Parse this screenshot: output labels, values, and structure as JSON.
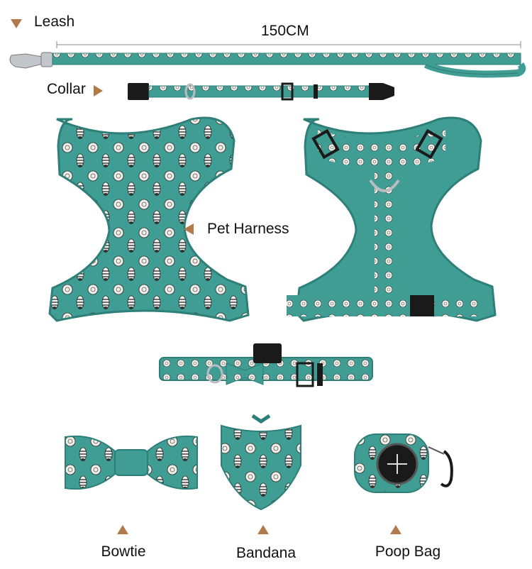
{
  "labels": {
    "leash": "Leash",
    "length": "150CM",
    "collar": "Collar",
    "harness": "Pet Harness",
    "bowtie": "Bowtie",
    "bandana": "Bandana",
    "poop_bag": "Poop Bag"
  },
  "colors": {
    "teal": "#3f9d94",
    "teal_dark": "#2e7f78",
    "accent": "#b27a4a",
    "hardware": "#1a1a1a",
    "metal": "#b9bcc0"
  },
  "icons": [
    "arrow-down-icon",
    "arrow-right-icon",
    "arrow-left-icon",
    "arrow-up-icon",
    "plus-icon",
    "zebra-pattern"
  ]
}
